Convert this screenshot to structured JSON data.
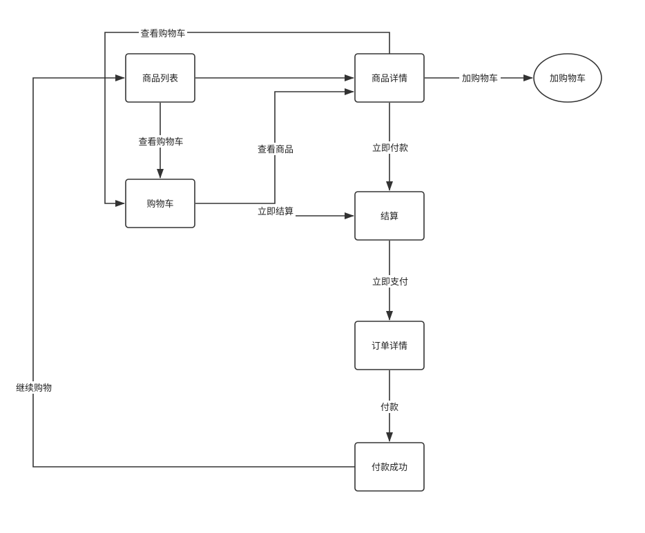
{
  "nodes": {
    "product_list": "商品列表",
    "product_detail": "商品详情",
    "add_to_cart_node": "加购物车",
    "cart": "购物车",
    "checkout": "结算",
    "order_detail": "订单详情",
    "payment_success": "付款成功"
  },
  "edges": {
    "view_cart_top": "查看购物车",
    "view_cart": "查看购物车",
    "view_product": "查看商品",
    "checkout_now": "立即结算",
    "add_to_cart": "加购物车",
    "pay_now": "立即付款",
    "pay_immediately": "立即支付",
    "pay": "付款",
    "continue_shopping": "继续购物"
  }
}
